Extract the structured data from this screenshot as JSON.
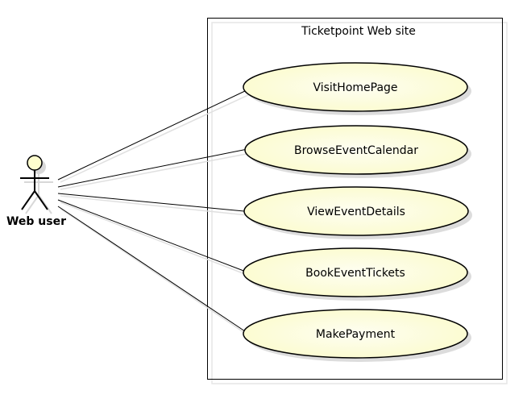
{
  "diagram": {
    "type": "uml-use-case",
    "system": {
      "title": "Ticketpoint Web site"
    },
    "actor": {
      "label": "Web user"
    },
    "use_cases": [
      {
        "label": "VisitHomePage"
      },
      {
        "label": "BrowseEventCalendar"
      },
      {
        "label": "ViewEventDetails"
      },
      {
        "label": "BookEventTickets"
      },
      {
        "label": "MakePayment"
      }
    ],
    "associations": [
      {
        "from": "Web user",
        "to": "VisitHomePage"
      },
      {
        "from": "Web user",
        "to": "BrowseEventCalendar"
      },
      {
        "from": "Web user",
        "to": "ViewEventDetails"
      },
      {
        "from": "Web user",
        "to": "BookEventTickets"
      },
      {
        "from": "Web user",
        "to": "MakePayment"
      }
    ],
    "colors": {
      "usecase_fill_light": "#fefef2",
      "usecase_fill_dark": "#fbfbcb",
      "stroke": "#000000",
      "shadow": "#dcdcdc",
      "actor_fill": "#fefece"
    }
  }
}
